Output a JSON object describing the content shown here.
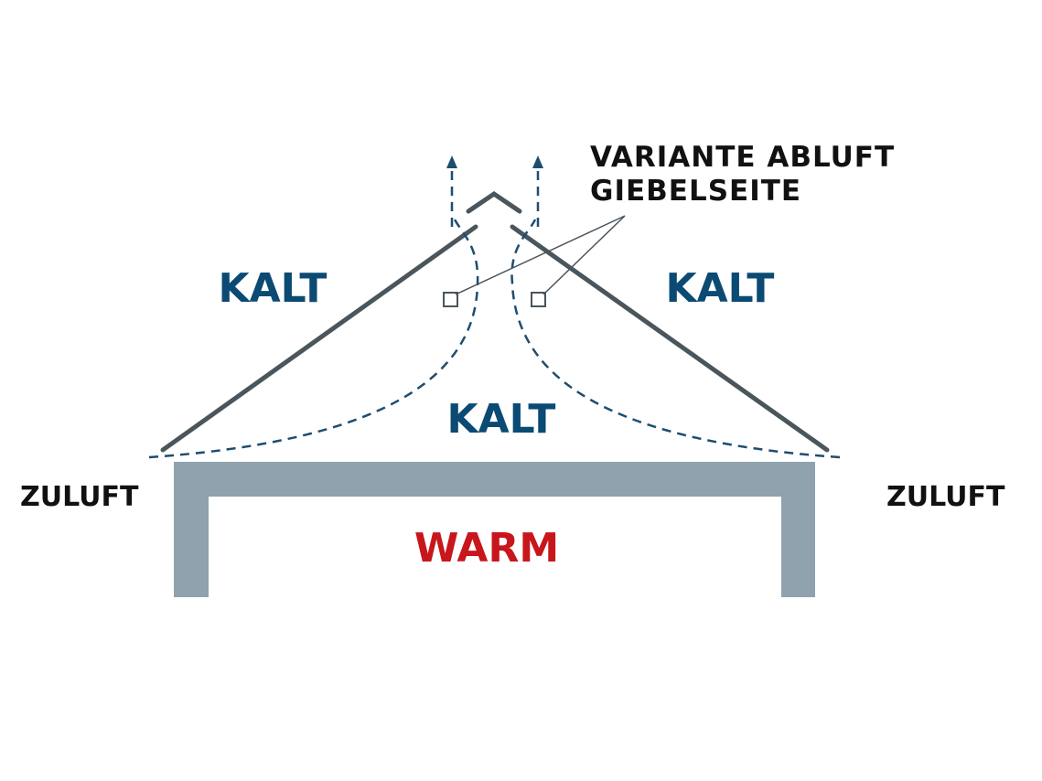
{
  "diagram": {
    "labels": {
      "cold_left": "KALT",
      "cold_right": "KALT",
      "cold_center": "KALT",
      "warm": "WARM",
      "intake_left": "ZULUFT",
      "intake_right": "ZULUFT",
      "exhaust_note_line1": "VARIANTE ABLUFT",
      "exhaust_note_line2": "GIEBELSEITE"
    },
    "colors": {
      "cold_text": "#0b4a73",
      "warm_text": "#c8161d",
      "note_text": "#111111",
      "roof_line": "#4a555c",
      "wall_fill": "#8fa2ae",
      "airflow": "#1f4d6e"
    }
  }
}
